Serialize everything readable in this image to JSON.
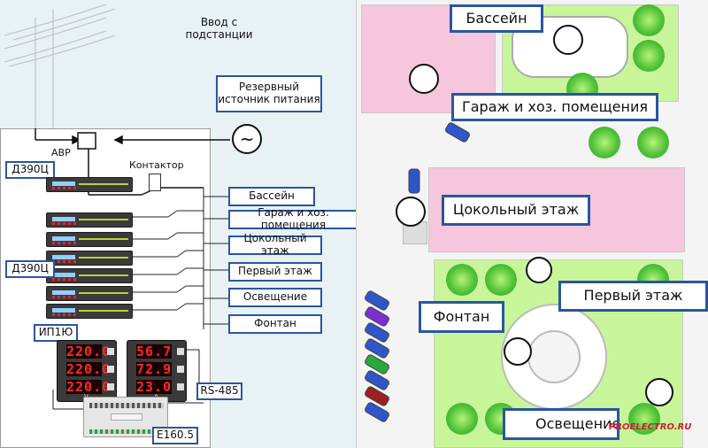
{
  "labels": {
    "substation_input": "Ввод с подстанции",
    "reserve_source": "Резервный\nисточник питания",
    "avr": "АВР",
    "contactor": "Контактор",
    "d390c_top": "Д390Ц",
    "d390c_group": "Д390Ц",
    "ip1u": "ИП1Ю",
    "rs485": "RS-485",
    "e160": "Е160.5",
    "generator_symbol": "~"
  },
  "feeders": [
    "Бассейн",
    "Гараж и хоз. помещения",
    "Цокольный этаж",
    "Первый этаж",
    "Освещение",
    "Фонтан"
  ],
  "ip_displays": {
    "left": [
      "220.0",
      "220.0",
      "220.0"
    ],
    "right": [
      "56.7",
      "72.9",
      "23.0"
    ],
    "left_unit": "V",
    "right_unit": "A"
  },
  "map_labels": {
    "pool": "Бассейн",
    "garage": "Гараж и хоз. помещения",
    "basement": "Цокольный этаж",
    "first_floor": "Первый этаж",
    "fountain": "Фонтан",
    "lighting": "Освещение"
  },
  "watermark": "PROELECTRO.RU",
  "colors": {
    "label_border": "#2a55a0",
    "roof_pink": "#f6c7dc",
    "lawn_green": "#c8f59a",
    "digits_red": "#ff2a2a"
  }
}
